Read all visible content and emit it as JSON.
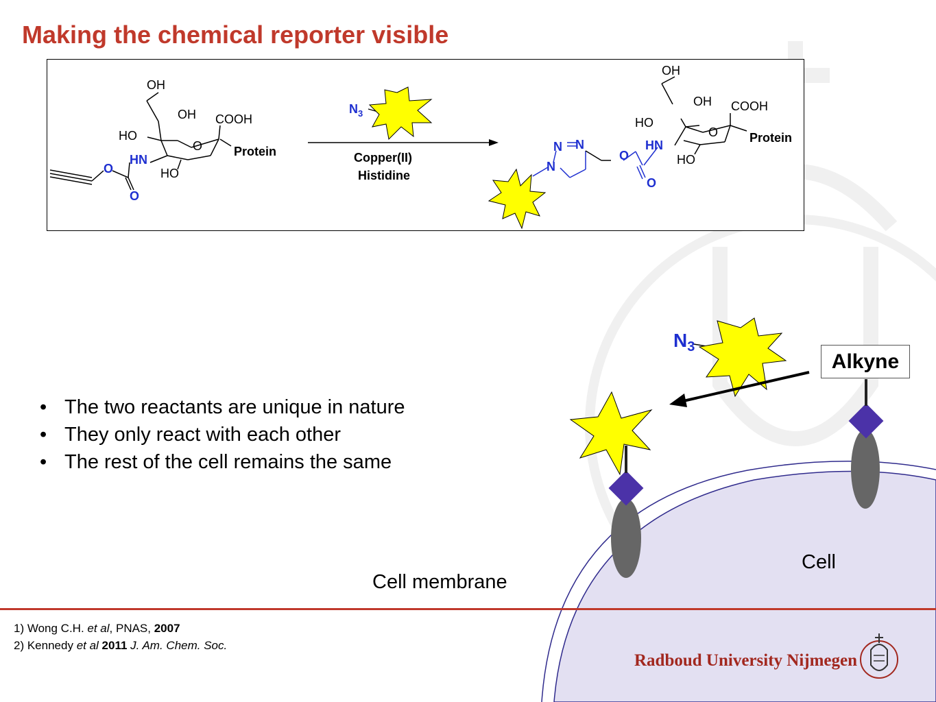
{
  "slide": {
    "title": "Making the chemical reporter visible"
  },
  "reaction": {
    "reactant_labels": {
      "oh_top": "OH",
      "oh_mid": "OH",
      "cooh": "COOH",
      "ho_left": "HO",
      "o_ring": "O",
      "protein": "Protein",
      "hn": "HN",
      "ho_bottom": "HO",
      "carbamate_o": "O",
      "carbonyl_o": "O"
    },
    "azide_label": "N",
    "azide_subscript": "3",
    "conditions_line1": "Copper(II)",
    "conditions_line2": "Histidine",
    "product_labels": {
      "oh_top": "OH",
      "oh_mid": "OH",
      "cooh": "COOH",
      "ho_left": "HO",
      "o_ring": "O",
      "protein": "Protein",
      "hn": "HN",
      "ho_bottom": "HO",
      "triazole_n1": "N",
      "triazole_n2": "N",
      "triazole_n3": "N",
      "carbamate_o": "O",
      "carbonyl_o": "O"
    }
  },
  "bullets": [
    "The two reactants are unique in nature",
    "They only react with each other",
    "The rest of the cell remains the same"
  ],
  "diagram": {
    "cell_membrane_label": "Cell membrane",
    "cell_label": "Cell",
    "alkyne_label": "Alkyne",
    "azide_label": "N",
    "azide_subscript": "3"
  },
  "references": {
    "ref1_prefix": "1) Wong C.H. ",
    "ref1_etal": "et al",
    "ref1_mid": ", PNAS, ",
    "ref1_year": "2007",
    "ref2_prefix": "2) Kennedy ",
    "ref2_etal": "et al",
    "ref2_year": " 2011 ",
    "ref2_journal": "J. Am. Chem. Soc."
  },
  "footer": {
    "university": "Radboud University Nijmegen"
  },
  "colors": {
    "title_red": "#c0392b",
    "chem_blue": "#1e2fd0",
    "star_yellow": "#ffff00",
    "sugar_purple": "#4b32a8",
    "protein_gray": "#666666",
    "cell_fill": "#e3e0f2"
  }
}
